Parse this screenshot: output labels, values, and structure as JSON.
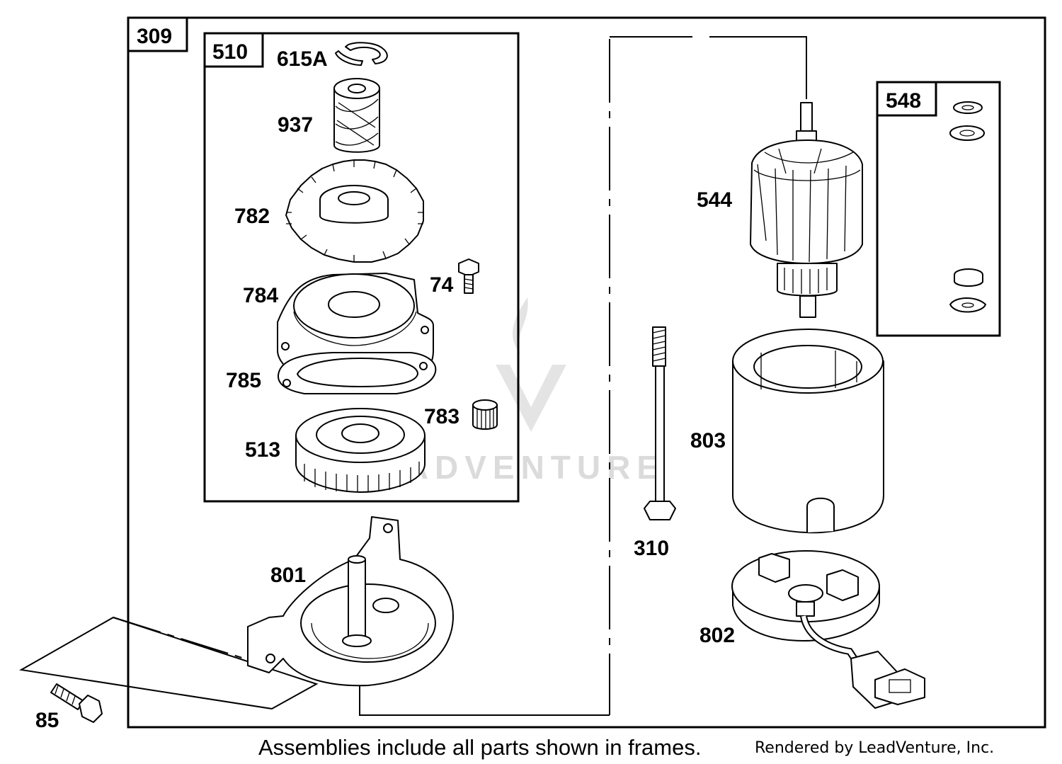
{
  "frames": {
    "outer": "309",
    "gear_assembly": "510",
    "washer_kit": "548"
  },
  "labels": {
    "p615A": "615A",
    "p937": "937",
    "p782": "782",
    "p74": "74",
    "p784": "784",
    "p785": "785",
    "p783": "783",
    "p513": "513",
    "p801": "801",
    "p85": "85",
    "p544": "544",
    "p310": "310",
    "p803": "803",
    "p802": "802"
  },
  "watermark": "LEADVENTURE",
  "caption": "Assemblies include all parts shown in frames.",
  "credit": "Rendered by LeadVenture, Inc."
}
